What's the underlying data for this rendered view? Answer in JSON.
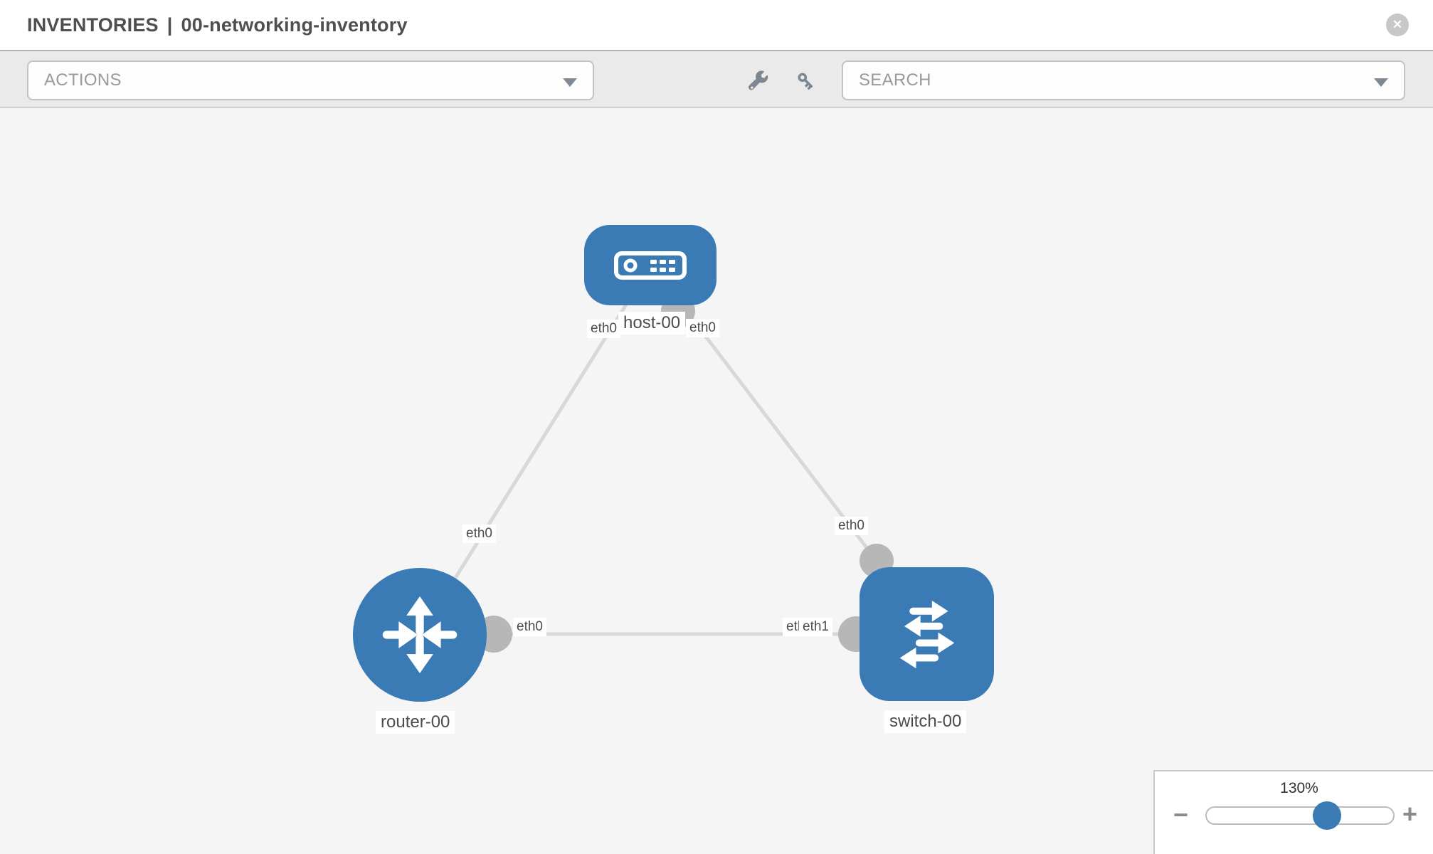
{
  "header": {
    "section": "INVENTORIES",
    "separator": "|",
    "inventory_name": "00-networking-inventory"
  },
  "toolbar": {
    "actions_placeholder": "ACTIONS",
    "search_placeholder": "SEARCH"
  },
  "icons": {
    "close": "✕",
    "minus": "−",
    "plus": "+"
  },
  "colors": {
    "node_blue": "#3a7ab5",
    "link_gray": "#d8d8d8",
    "connector_gray": "#b7b7b7",
    "canvas_bg": "#f5f5f5",
    "toolbar_bg": "#eaeaea"
  },
  "topology": {
    "nodes": [
      {
        "id": "host-00",
        "type": "host",
        "label": "host-00"
      },
      {
        "id": "router-00",
        "type": "router",
        "label": "router-00"
      },
      {
        "id": "switch-00",
        "type": "switch",
        "label": "switch-00"
      }
    ],
    "links": [
      {
        "from": "router-00",
        "to": "host-00",
        "from_interface": "eth0",
        "to_interface": "eth0"
      },
      {
        "from": "host-00",
        "to": "switch-00",
        "from_interface": "eth0",
        "to_interface": "eth0"
      },
      {
        "from": "router-00",
        "to": "switch-00",
        "from_interface": "eth0",
        "to_interface": "eth1"
      }
    ],
    "interface_labels": [
      {
        "link": "router-00~host-00",
        "end": "host-00",
        "text": "eth0"
      },
      {
        "link": "host-00~switch-00",
        "end": "host-00",
        "text": "eth0"
      },
      {
        "link": "router-00~host-00",
        "end": "router-00",
        "text": "eth0"
      },
      {
        "link": "host-00~switch-00",
        "end": "switch-00",
        "text": "eth0"
      },
      {
        "link": "router-00~switch-00",
        "end": "router-00",
        "text": "eth0"
      },
      {
        "link": "router-00~switch-00",
        "end": "switch-00-back",
        "text": "eth0"
      },
      {
        "link": "router-00~switch-00",
        "end": "switch-00-front",
        "text": "eth1"
      }
    ]
  },
  "zoom_control": {
    "level": "130%",
    "percent": 64
  }
}
